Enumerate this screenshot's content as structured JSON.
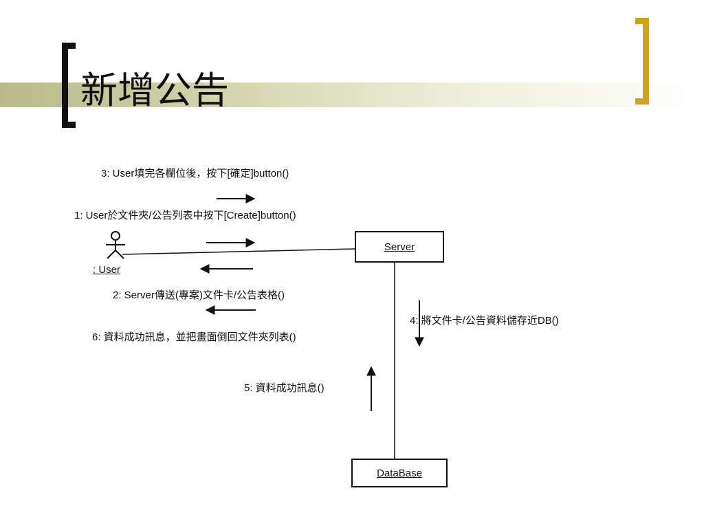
{
  "slide": {
    "title": "新增公告",
    "accent_color": "#d4a017",
    "bar_color": "#b9ba88"
  },
  "diagram": {
    "actor": {
      "label": ": User",
      "icon": "stick-figure-icon"
    },
    "objects": {
      "server": "Server",
      "database": "DataBase"
    },
    "messages": [
      {
        "id": "m3",
        "text": "3: User填完各欄位後，按下[確定]button()"
      },
      {
        "id": "m1",
        "text": "1: User於文件夾/公告列表中按下[Create]button()"
      },
      {
        "id": "m2",
        "text": "2: Server傳送(專案)文件卡/公告表格()"
      },
      {
        "id": "m6",
        "text": "6: 資料成功訊息，並把畫面倒回文件夾列表()"
      },
      {
        "id": "m4",
        "text": "4: 將文件卡/公告資料儲存近DB()"
      },
      {
        "id": "m5",
        "text": "5: 資料成功訊息()"
      }
    ]
  }
}
